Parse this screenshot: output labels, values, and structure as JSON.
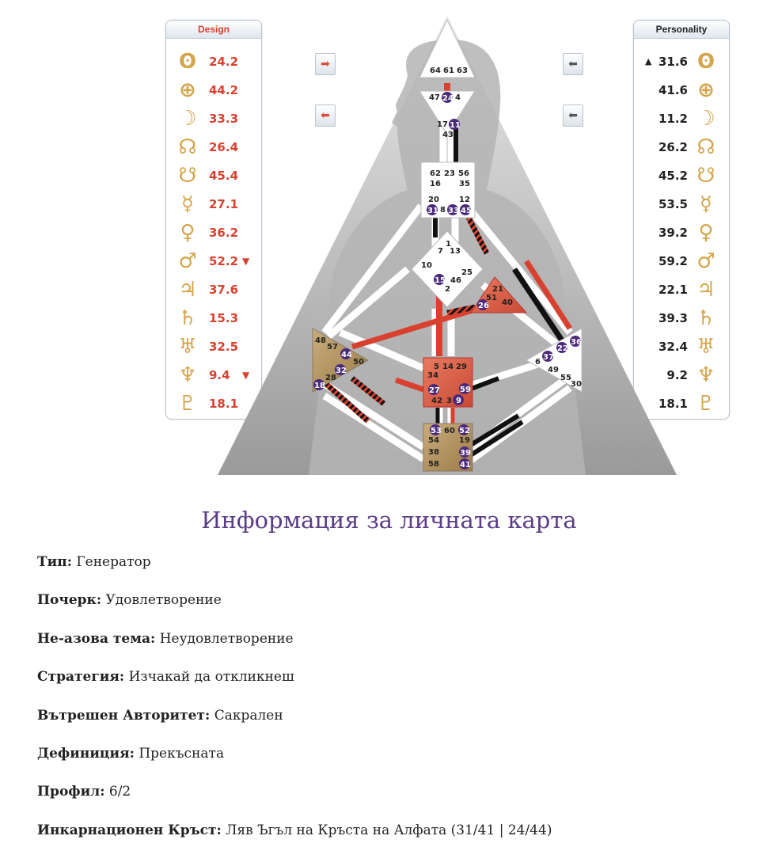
{
  "design": {
    "title": "Design",
    "rows": [
      {
        "icon": "sun-icon",
        "glyph": "ʘ",
        "value": "24.2",
        "arrow": ""
      },
      {
        "icon": "earth-icon",
        "glyph": "⊕",
        "value": "44.2",
        "arrow": ""
      },
      {
        "icon": "moon-icon",
        "glyph": "☽",
        "value": "33.3",
        "arrow": ""
      },
      {
        "icon": "north-node-icon",
        "glyph": "☊",
        "value": "26.4",
        "arrow": ""
      },
      {
        "icon": "south-node-icon",
        "glyph": "☋",
        "value": "45.4",
        "arrow": ""
      },
      {
        "icon": "mercury-icon",
        "glyph": "☿",
        "value": "27.1",
        "arrow": ""
      },
      {
        "icon": "venus-icon",
        "glyph": "♀",
        "value": "36.2",
        "arrow": ""
      },
      {
        "icon": "mars-icon",
        "glyph": "♂",
        "value": "52.2",
        "arrow": "▼"
      },
      {
        "icon": "jupiter-icon",
        "glyph": "♃",
        "value": "37.6",
        "arrow": ""
      },
      {
        "icon": "saturn-icon",
        "glyph": "♄",
        "value": "15.3",
        "arrow": ""
      },
      {
        "icon": "uranus-icon",
        "glyph": "♅",
        "value": "32.5",
        "arrow": ""
      },
      {
        "icon": "neptune-icon",
        "glyph": "♆",
        "value": "9.4",
        "arrow": "▼"
      },
      {
        "icon": "pluto-icon",
        "glyph": "♇",
        "value": "18.1",
        "arrow": ""
      }
    ]
  },
  "personality": {
    "title": "Personality",
    "rows": [
      {
        "icon": "sun-icon",
        "glyph": "ʘ",
        "value": "31.6",
        "arrow": "▲"
      },
      {
        "icon": "earth-icon",
        "glyph": "⊕",
        "value": "41.6",
        "arrow": ""
      },
      {
        "icon": "moon-icon",
        "glyph": "☽",
        "value": "11.2",
        "arrow": ""
      },
      {
        "icon": "north-node-icon",
        "glyph": "☊",
        "value": "26.2",
        "arrow": ""
      },
      {
        "icon": "south-node-icon",
        "glyph": "☋",
        "value": "45.2",
        "arrow": ""
      },
      {
        "icon": "mercury-icon",
        "glyph": "☿",
        "value": "53.5",
        "arrow": ""
      },
      {
        "icon": "venus-icon",
        "glyph": "♀",
        "value": "39.2",
        "arrow": ""
      },
      {
        "icon": "mars-icon",
        "glyph": "♂",
        "value": "59.2",
        "arrow": ""
      },
      {
        "icon": "jupiter-icon",
        "glyph": "♃",
        "value": "22.1",
        "arrow": ""
      },
      {
        "icon": "saturn-icon",
        "glyph": "♄",
        "value": "39.3",
        "arrow": ""
      },
      {
        "icon": "uranus-icon",
        "glyph": "♅",
        "value": "32.4",
        "arrow": ""
      },
      {
        "icon": "neptune-icon",
        "glyph": "♆",
        "value": "9.2",
        "arrow": ""
      },
      {
        "icon": "pluto-icon",
        "glyph": "♇",
        "value": "18.1",
        "arrow": ""
      }
    ]
  },
  "nav": {
    "design_next": "➡",
    "design_prev": "⬅",
    "personality_next": "⬅",
    "personality_prev": "⬅"
  },
  "colors": {
    "design_red": "#d8412f",
    "personality_black": "#111111",
    "center_tan": "#b89a6a",
    "center_red": "#d65a42",
    "active_gate": "#4b2a7b"
  },
  "bodygraph": {
    "head_gates": [
      "64",
      "61",
      "63"
    ],
    "ajna_gates": [
      "47",
      "24",
      "4",
      "17",
      "11",
      "43"
    ],
    "throat_gates": [
      "62",
      "23",
      "56",
      "16",
      "35",
      "20",
      "31",
      "8",
      "33",
      "45",
      "12"
    ],
    "g_gates": [
      "1",
      "7",
      "13",
      "10",
      "15",
      "46",
      "25",
      "2"
    ],
    "ego_gates": [
      "21",
      "51",
      "26",
      "40"
    ],
    "spleen_gates": [
      "48",
      "57",
      "44",
      "50",
      "32",
      "28",
      "18"
    ],
    "solar_gates": [
      "36",
      "22",
      "37",
      "6",
      "49",
      "55",
      "30"
    ],
    "sacral_gates": [
      "5",
      "14",
      "29",
      "34",
      "27",
      "59",
      "42",
      "3",
      "9"
    ],
    "root_gates": [
      "53",
      "60",
      "52",
      "54",
      "19",
      "38",
      "39",
      "58",
      "41"
    ]
  },
  "info": {
    "title": "Информация за личната карта",
    "rows": [
      {
        "label": "Тип:",
        "value": "Генератор"
      },
      {
        "label": "Почерк:",
        "value": "Удовлетворение"
      },
      {
        "label": "Не-азова тема:",
        "value": "Неудовлетворение"
      },
      {
        "label": "Стратегия:",
        "value": "Изчакай да откликнеш"
      },
      {
        "label": "Вътрешен Авторитет:",
        "value": "Сакрален"
      },
      {
        "label": "Дефиниция:",
        "value": "Прекъсната"
      },
      {
        "label": "Профил:",
        "value": "6/2"
      },
      {
        "label": "Инкарнационен Кръст:",
        "value": "Ляв Ъгъл на Кръста на Алфата (31/41 | 24/44)"
      }
    ]
  }
}
